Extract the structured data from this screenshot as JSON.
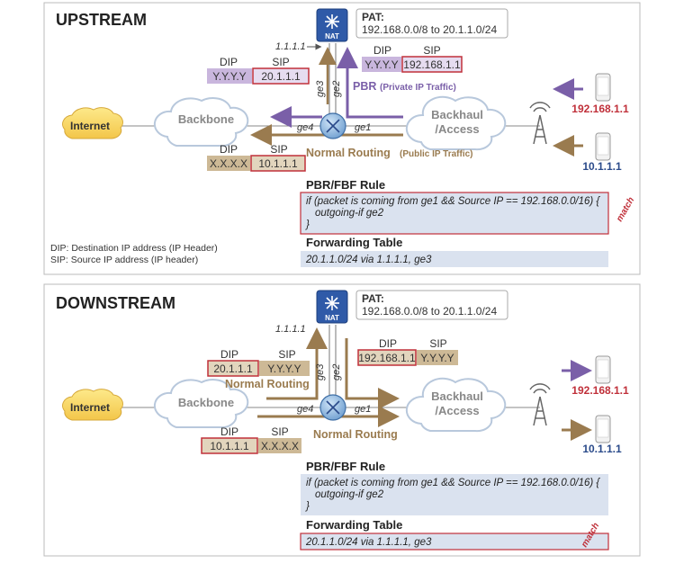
{
  "colors": {
    "purple": "#7a5fa8",
    "gold": "#9a7b4f",
    "red": "#c0303a",
    "blue": "#2a4a8a",
    "rule_bg": "#dae2ef",
    "nat": "#2f5aa8"
  },
  "upstream": {
    "title": "UPSTREAM",
    "pat": {
      "label": "PAT:",
      "range": "192.168.0.0/8 to 20.1.1.0/24"
    },
    "nat_label": "NAT",
    "nexthop": "1.1.1.1",
    "iface": {
      "ge1": "ge1",
      "ge2": "ge2",
      "ge3": "ge3",
      "ge4": "ge4"
    },
    "clouds": {
      "internet": "Internet",
      "backbone": "Backbone",
      "backhaul": "Backhaul",
      "access": "/Access"
    },
    "pbr_label": "PBR",
    "pbr_sub": "(Private IP Traffic)",
    "normal_label": "Normal Routing",
    "normal_sub": "(Public IP Traffic)",
    "packets": [
      {
        "dip_h": "DIP",
        "sip_h": "SIP",
        "dip": "Y.Y.Y.Y",
        "sip": "20.1.1.1"
      },
      {
        "dip_h": "DIP",
        "sip_h": "SIP",
        "dip": "Y.Y.Y.Y",
        "sip": "192.168.1.1"
      },
      {
        "dip_h": "DIP",
        "sip_h": "SIP",
        "dip": "X.X.X.X",
        "sip": "10.1.1.1"
      }
    ],
    "hosts": {
      "private": "192.168.1.1",
      "public": "10.1.1.1"
    },
    "rule_title": "PBR/FBF Rule",
    "rule_lines": [
      "if (packet is coming from ge1 && Source IP == 192.168.0.0/16) {",
      "outgoing-if ge2",
      "}"
    ],
    "match": "match",
    "fwd_title": "Forwarding Table",
    "fwd_entry": "20.1.1.0/24 via 1.1.1.1, ge3",
    "legend": [
      "DIP: Destination IP address (IP Header)",
      "SIP: Source IP address (IP header)"
    ]
  },
  "downstream": {
    "title": "DOWNSTREAM",
    "pat": {
      "label": "PAT:",
      "range": "192.168.0.0/8 to 20.1.1.0/24"
    },
    "nat_label": "NAT",
    "nexthop": "1.1.1.1",
    "iface": {
      "ge1": "ge1",
      "ge2": "ge2",
      "ge3": "ge3",
      "ge4": "ge4"
    },
    "clouds": {
      "internet": "Internet",
      "backbone": "Backbone",
      "backhaul": "Backhaul",
      "access": "/Access"
    },
    "normal_label_1": "Normal Routing",
    "normal_label_2": "Normal Routing",
    "packets": [
      {
        "dip_h": "DIP",
        "sip_h": "SIP",
        "dip": "20.1.1.1",
        "sip": "Y.Y.Y.Y"
      },
      {
        "dip_h": "DIP",
        "sip_h": "SIP",
        "dip": "192.168.1.1",
        "sip": "Y.Y.Y.Y"
      },
      {
        "dip_h": "DIP",
        "sip_h": "SIP",
        "dip": "10.1.1.1",
        "sip": "X.X.X.X"
      }
    ],
    "hosts": {
      "private": "192.168.1.1",
      "public": "10.1.1.1"
    },
    "rule_title": "PBR/FBF Rule",
    "rule_lines": [
      "if (packet is coming from ge1 && Source IP == 192.168.0.0/16) {",
      "outgoing-if ge2",
      "}"
    ],
    "fwd_title": "Forwarding Table",
    "fwd_entry": "20.1.1.0/24 via 1.1.1.1, ge3",
    "match": "match"
  }
}
